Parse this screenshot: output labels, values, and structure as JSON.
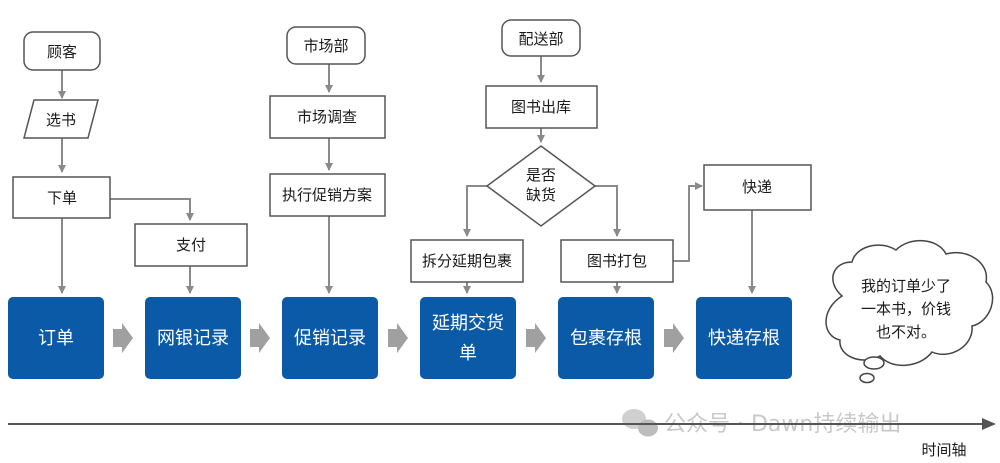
{
  "nodes": {
    "customer": "顾客",
    "select_book": "选书",
    "place_order": "下单",
    "pay": "支付",
    "marketing_dept": "市场部",
    "market_research": "市场调查",
    "promo_plan": "执行促销方案",
    "delivery_dept": "配送部",
    "book_outbound": "图书出库",
    "out_of_stock_line1": "是否",
    "out_of_stock_line2": "缺货",
    "split_package": "拆分延期包裹",
    "book_packing": "图书打包",
    "express": "快递"
  },
  "records": {
    "order": "订单",
    "bank_record": "网银记录",
    "promo_record": "促销记录",
    "delayed_line1": "延期交货",
    "delayed_line2": "单",
    "package_stub": "包裹存根",
    "express_stub": "快递存根"
  },
  "bubble": {
    "line1": "我的订单少了",
    "line2": "一本书，价钱",
    "line3": "也不对。"
  },
  "axis_label": "时间轴",
  "watermark": "公众号 · Dawn持续输出",
  "colors": {
    "record_fill": "#0b5aa8",
    "arrow_gray": "#a0a0a0",
    "connector": "#8a8a8a"
  }
}
